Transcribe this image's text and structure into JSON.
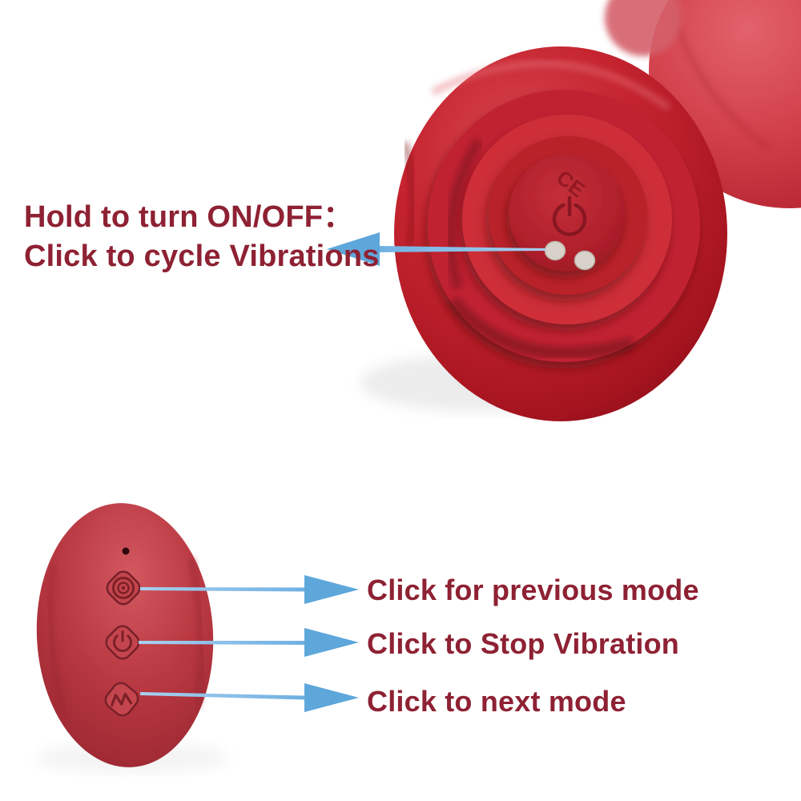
{
  "page": {
    "background": "#ffffff",
    "description_type": "product-instruction-diagram"
  },
  "annotations": {
    "rose_button_note": {
      "line1": "Hold to turn ON/OFF：",
      "line2": "Click to cycle Vibrations"
    },
    "remote_notes": [
      {
        "label": "Click for previous mode"
      },
      {
        "label": "Click to Stop Vibration"
      },
      {
        "label": "Click to next mode"
      }
    ]
  },
  "product": {
    "rose_plug": {
      "ce_mark": "CE",
      "button_icon": "power-icon",
      "charging_pins_count": "2"
    },
    "remote": {
      "led_indicator": "led-dot",
      "buttons": [
        {
          "icon": "previous-mode-icon"
        },
        {
          "icon": "power-icon"
        },
        {
          "icon": "next-mode-icon"
        }
      ]
    }
  },
  "colors": {
    "annotation_text": "#8e2133",
    "arrow_head_blue": "#5ea7db",
    "arrow_tail_blue": "#8fc2ea",
    "rose_red": "#c5242f",
    "rose_shadow_red": "#6d0d17",
    "remote_red": "#bb3a43",
    "pin_silver": "#d8d2ca"
  }
}
